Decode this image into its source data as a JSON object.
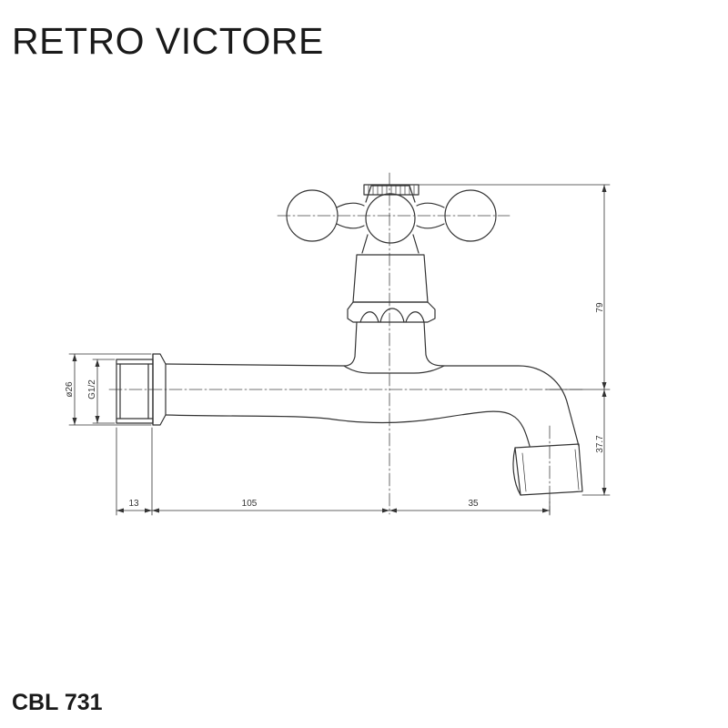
{
  "title": "RETRO VICTORE",
  "product_code": "CBL 731",
  "dimensions": {
    "height": "79",
    "spout_drop": "37.7",
    "thread_length": "13",
    "body_length": "105",
    "spout_reach": "35",
    "outer_diameter": "ø26",
    "thread": "G1/2"
  }
}
